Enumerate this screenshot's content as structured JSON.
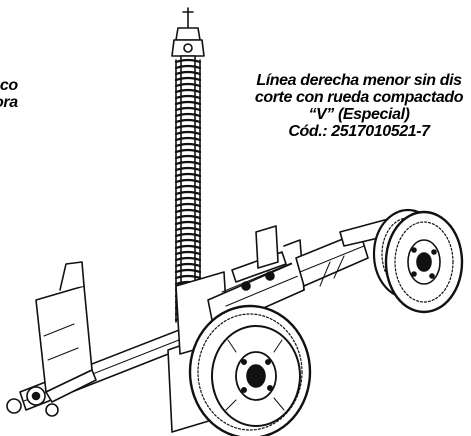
{
  "captions": {
    "left": {
      "line1": "co",
      "line2": "ora"
    },
    "right": {
      "line1": "Línea derecha menor sin dis",
      "line2": "corte con rueda compactado",
      "line3": "“V” (Especial)",
      "line4": "Cód.: 2517010521-7"
    }
  }
}
